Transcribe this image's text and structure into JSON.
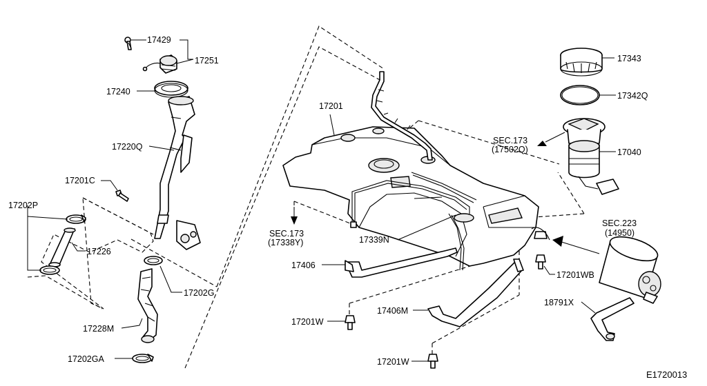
{
  "diagram": {
    "code": "E1720013",
    "labels": {
      "p17429": "17429",
      "p17251": "17251",
      "p17240": "17240",
      "p17220Q": "17220Q",
      "p17201C": "17201C",
      "p17202P": "17202P",
      "p17226": "17226",
      "p17202G": "17202G",
      "p17228M": "17228M",
      "p17202GA": "17202GA",
      "p17201": "17201",
      "p17339N": "17339N",
      "p17406": "17406",
      "p17406M": "17406M",
      "p17201W_a": "17201W",
      "p17201W_b": "17201W",
      "p17343": "17343",
      "p17342Q": "17342Q",
      "p17040": "17040",
      "p17201WB": "17201WB",
      "p18791X": "18791X",
      "sec173_left_1": "SEC.173",
      "sec173_left_2": "(17338Y)",
      "sec173_right_1": "SEC.173",
      "sec173_right_2": "(17502Q)",
      "sec223_1": "SEC.223",
      "sec223_2": "(14950)"
    }
  }
}
